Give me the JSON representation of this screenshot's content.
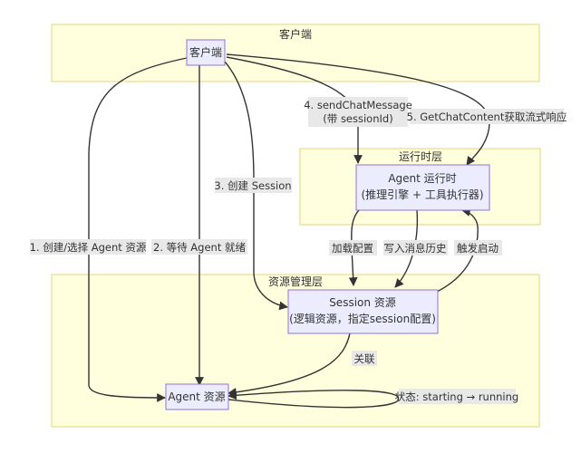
{
  "clusters": {
    "client": "客户端",
    "runtime": "运行时层",
    "resource": "资源管理层"
  },
  "nodes": {
    "client": "客户端",
    "agent_runtime": [
      "Agent 运行时",
      "(推理引擎 + 工具执行器)"
    ],
    "session": [
      "Session 资源",
      "(逻辑资源，指定session配置)"
    ],
    "agent": "Agent 资源"
  },
  "edges": {
    "e1": "1. 创建/选择 Agent 资源",
    "e2": "2. 等待 Agent 就绪",
    "e3": "3. 创建 Session",
    "e4": [
      "4. sendChatMessage",
      "(带 sessionId)"
    ],
    "e5": "5. GetChatContent获取流式响应",
    "load": "加载配置",
    "write": "写入消息历史",
    "trigger": "触发启动",
    "assoc": "关联",
    "state": "状态: starting → running"
  },
  "colors": {
    "cluster_fill": "#ffffde",
    "cluster_border": "#e6d47c",
    "node_fill": "#ececff",
    "node_border": "#9370db",
    "edge": "#333333",
    "label_bg": "#e8e8e8"
  }
}
